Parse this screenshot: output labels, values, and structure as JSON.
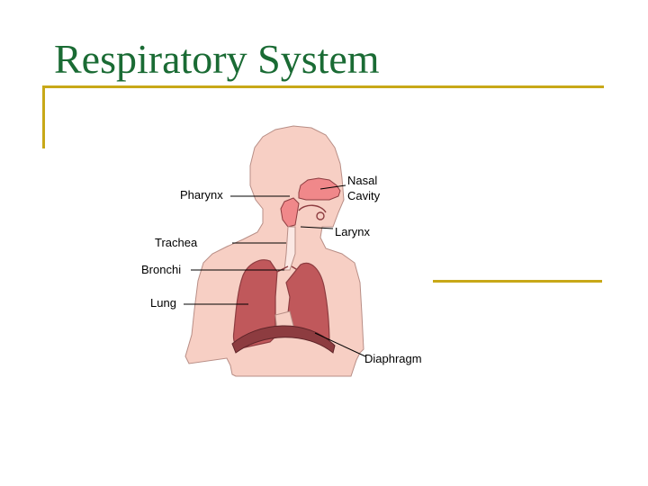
{
  "slide": {
    "title": "Respiratory System"
  },
  "colors": {
    "title": "#1a6b34",
    "accent_rule": "#c8a818",
    "skin": "#f7cfc4",
    "skin_outline": "#b88e86",
    "lung": "#c0585b",
    "lung_dark": "#8d3c40",
    "nasal": "#f0888a",
    "airway": "#fbe8e4"
  },
  "diagram": {
    "labels": {
      "pharynx": "Pharynx",
      "nasal_line1": "Nasal",
      "nasal_line2": "Cavity",
      "larynx": "Larynx",
      "trachea": "Trachea",
      "bronchi": "Bronchi",
      "lung": "Lung",
      "diaphragm": "Diaphragm"
    }
  }
}
